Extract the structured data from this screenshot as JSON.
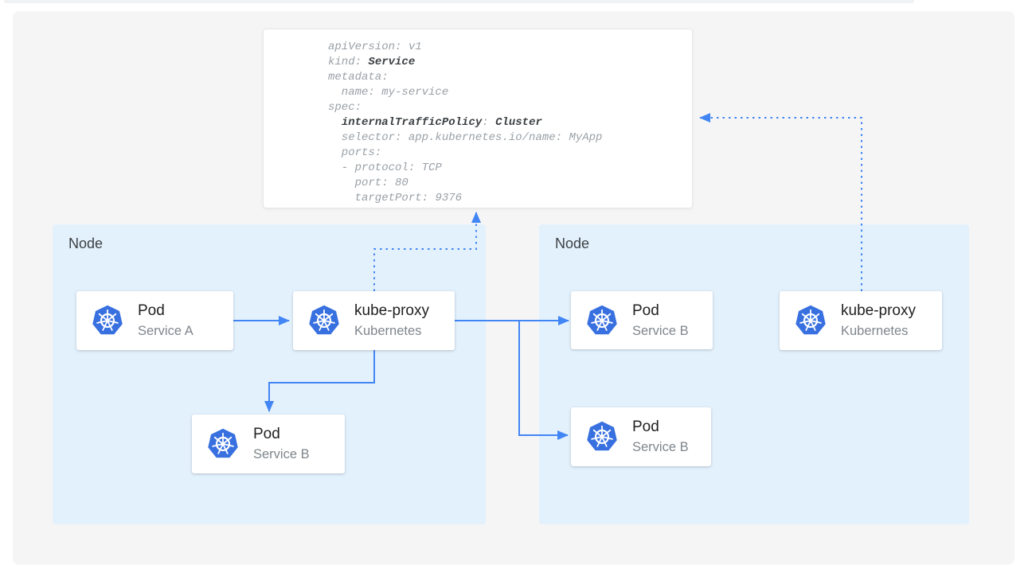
{
  "yaml_card": {
    "lines": [
      [
        {
          "t": "apiVersion: v1",
          "b": false
        }
      ],
      [
        {
          "t": "kind: ",
          "b": false
        },
        {
          "t": "Service",
          "b": true
        }
      ],
      [
        {
          "t": "metadata:",
          "b": false
        }
      ],
      [
        {
          "t": "  name: my-service",
          "b": false
        }
      ],
      [
        {
          "t": "spec:",
          "b": false
        }
      ],
      [
        {
          "t": "  ",
          "b": false
        },
        {
          "t": "internalTrafficPolicy",
          "b": true
        },
        {
          "t": ": ",
          "b": false
        },
        {
          "t": "Cluster",
          "b": true
        }
      ],
      [
        {
          "t": "  selector: app.kubernetes.io/name: MyApp",
          "b": false
        }
      ],
      [
        {
          "t": "  ports:",
          "b": false
        }
      ],
      [
        {
          "t": "  - protocol: TCP",
          "b": false
        }
      ],
      [
        {
          "t": "    port: 80",
          "b": false
        }
      ],
      [
        {
          "t": "    targetPort: 9376",
          "b": false
        }
      ]
    ]
  },
  "nodes": {
    "left": {
      "label": "Node"
    },
    "right": {
      "label": "Node"
    }
  },
  "cards": {
    "pod_a": {
      "title": "Pod",
      "subtitle": "Service A",
      "icon": "kubernetes-icon"
    },
    "kube_proxy_left": {
      "title": "kube-proxy",
      "subtitle": "Kubernetes",
      "icon": "kubernetes-icon"
    },
    "pod_b_left": {
      "title": "Pod",
      "subtitle": "Service B",
      "icon": "kubernetes-icon"
    },
    "pod_b_right_top": {
      "title": "Pod",
      "subtitle": "Service B",
      "icon": "kubernetes-icon"
    },
    "pod_b_right_bottom": {
      "title": "Pod",
      "subtitle": "Service B",
      "icon": "kubernetes-icon"
    },
    "kube_proxy_right": {
      "title": "kube-proxy",
      "subtitle": "Kubernetes",
      "icon": "kubernetes-icon"
    }
  },
  "colors": {
    "arrow_blue": "#4285f4",
    "kubernetes_blue": "#3870e0",
    "node_background": "#e3f1fd",
    "panel_background": "#f5f5f6",
    "yaml_text": "#9aa0a6",
    "yaml_bold_text": "#3c4043"
  }
}
